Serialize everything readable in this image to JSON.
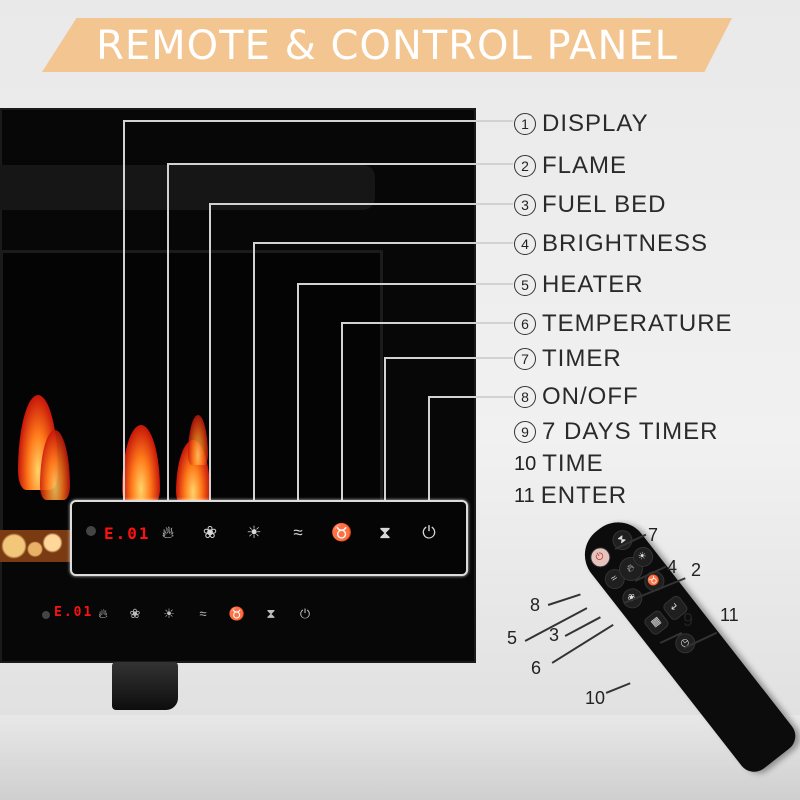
{
  "banner": {
    "title": "REMOTE & CONTROL PANEL"
  },
  "panel": {
    "display_readout": "E.01",
    "small_display_readout": "E.01"
  },
  "labels": [
    {
      "num": "1",
      "text": "DISPLAY"
    },
    {
      "num": "2",
      "text": "FLAME"
    },
    {
      "num": "3",
      "text": "FUEL BED"
    },
    {
      "num": "4",
      "text": "BRIGHTNESS"
    },
    {
      "num": "5",
      "text": "HEATER"
    },
    {
      "num": "6",
      "text": "TEMPERATURE"
    },
    {
      "num": "7",
      "text": "TIMER"
    },
    {
      "num": "8",
      "text": "ON/OFF"
    },
    {
      "num": "9",
      "text": "7 DAYS TIMER"
    },
    {
      "num": "10",
      "text": "TIME"
    },
    {
      "num": "11",
      "text": "ENTER"
    }
  ],
  "remote_callouts": [
    "7",
    "4",
    "2",
    "8",
    "9",
    "11",
    "5",
    "3",
    "6",
    "10"
  ],
  "icons": {
    "flame": "flame-icon",
    "fuel_bed": "fuel-bed-icon",
    "brightness": "brightness-icon",
    "heater": "heater-icon",
    "temperature": "thermometer-icon",
    "timer": "hourglass-icon",
    "power": "power-icon"
  },
  "colors": {
    "banner": "#f2c591",
    "display_digits": "#ff1010",
    "fireplace": "#070707"
  }
}
